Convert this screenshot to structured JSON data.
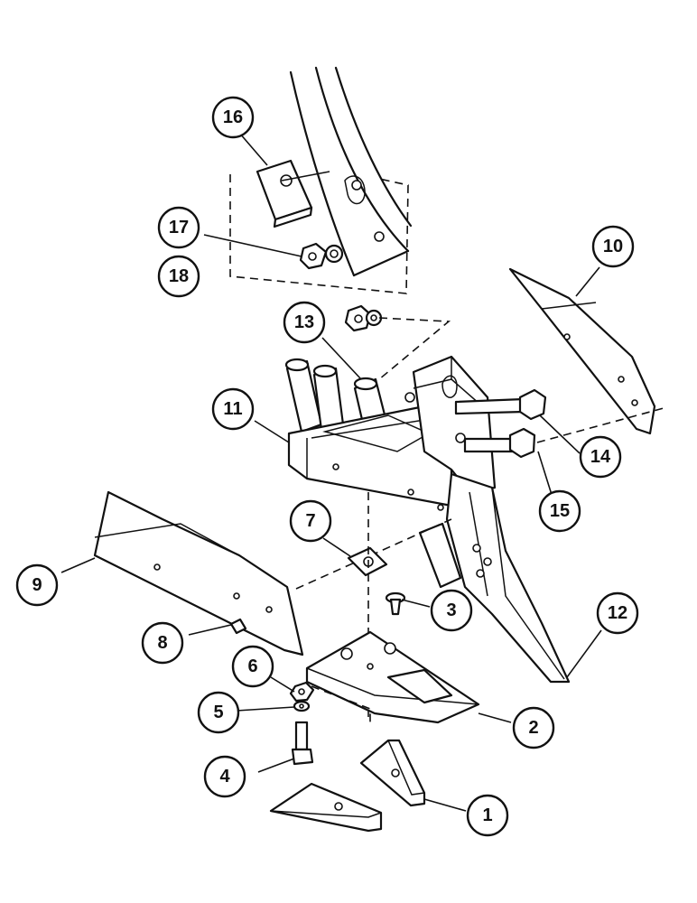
{
  "callouts": [
    {
      "id": "callout-1",
      "label": "1"
    },
    {
      "id": "callout-2",
      "label": "2"
    },
    {
      "id": "callout-3",
      "label": "3"
    },
    {
      "id": "callout-4",
      "label": "4"
    },
    {
      "id": "callout-5",
      "label": "5"
    },
    {
      "id": "callout-6",
      "label": "6"
    },
    {
      "id": "callout-7",
      "label": "7"
    },
    {
      "id": "callout-8",
      "label": "8"
    },
    {
      "id": "callout-9",
      "label": "9"
    },
    {
      "id": "callout-10",
      "label": "10"
    },
    {
      "id": "callout-11",
      "label": "11"
    },
    {
      "id": "callout-12",
      "label": "12"
    },
    {
      "id": "callout-13",
      "label": "13"
    },
    {
      "id": "callout-14",
      "label": "14"
    },
    {
      "id": "callout-15",
      "label": "15"
    },
    {
      "id": "callout-16",
      "label": "16"
    },
    {
      "id": "callout-17",
      "label": "17"
    },
    {
      "id": "callout-18",
      "label": "18"
    }
  ]
}
